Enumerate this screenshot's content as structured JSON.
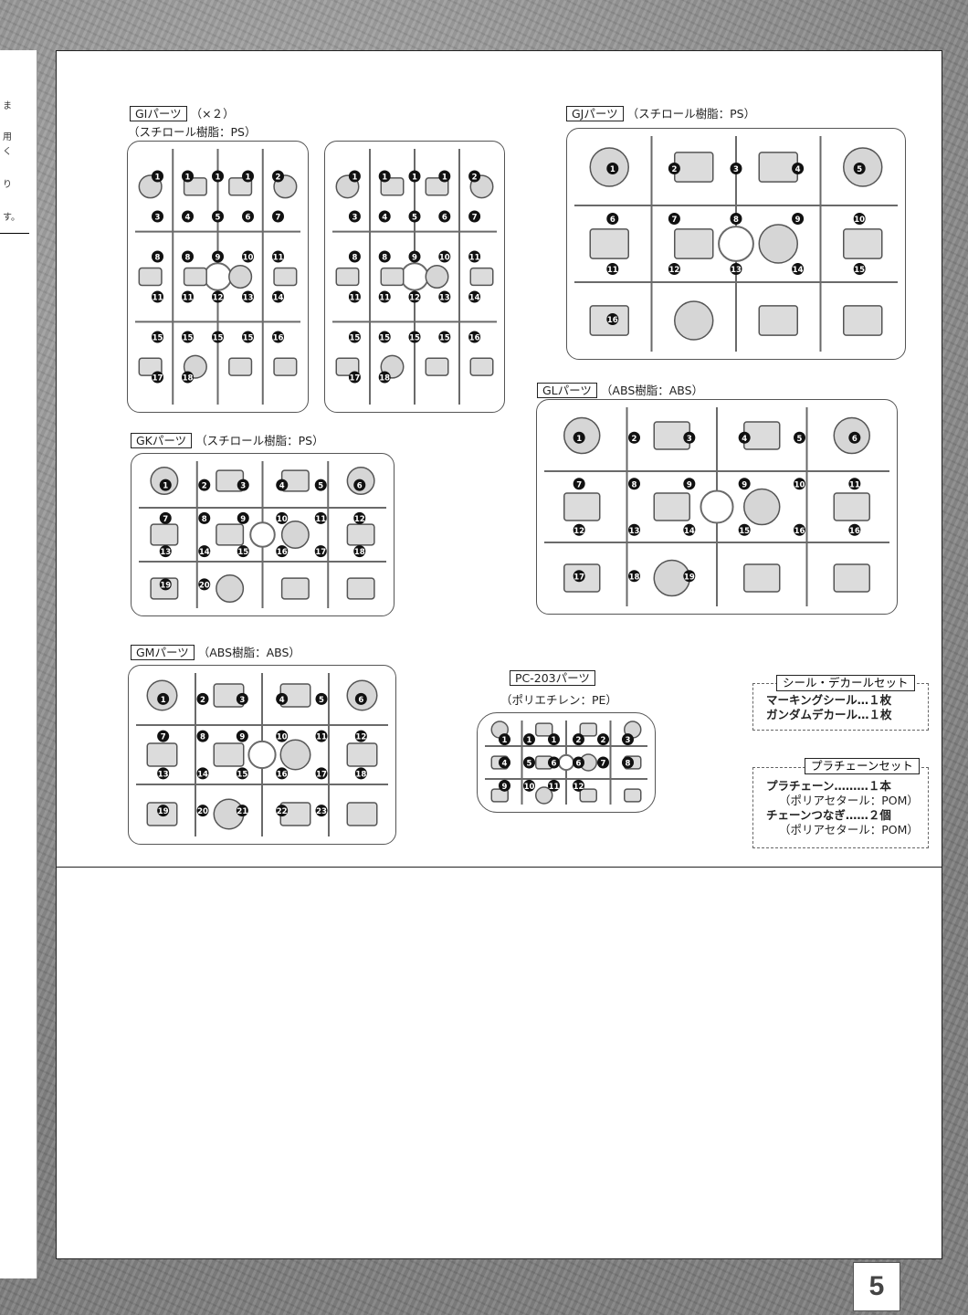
{
  "left_page": {
    "fragments": [
      "ま",
      "用",
      "く",
      "り",
      "す。"
    ]
  },
  "page_number": "5",
  "sprues": {
    "gi": {
      "name": "GIパーツ",
      "count": "（×２）",
      "material": "（スチロール樹脂：PS）",
      "numbers": [
        "1",
        "1",
        "1",
        "1",
        "2",
        "3",
        "4",
        "5",
        "6",
        "7",
        "8",
        "8",
        "9",
        "10",
        "11",
        "11",
        "11",
        "12",
        "13",
        "14",
        "15",
        "15",
        "15",
        "15",
        "16",
        "17",
        "18"
      ]
    },
    "gj": {
      "name": "GJパーツ",
      "material": "（スチロール樹脂：PS）",
      "numbers": [
        "1",
        "2",
        "3",
        "4",
        "5",
        "6",
        "7",
        "8",
        "9",
        "10",
        "11",
        "12",
        "13",
        "14",
        "15",
        "16"
      ]
    },
    "gk": {
      "name": "GKパーツ",
      "material": "（スチロール樹脂：PS）",
      "numbers": [
        "1",
        "2",
        "3",
        "4",
        "5",
        "6",
        "7",
        "8",
        "9",
        "10",
        "11",
        "12",
        "13",
        "14",
        "15",
        "16",
        "17",
        "18",
        "19",
        "20"
      ]
    },
    "gl": {
      "name": "GLパーツ",
      "material": "（ABS樹脂：ABS）",
      "numbers": [
        "1",
        "2",
        "3",
        "4",
        "5",
        "6",
        "7",
        "8",
        "9",
        "9",
        "10",
        "11",
        "12",
        "13",
        "14",
        "15",
        "16",
        "16",
        "17",
        "18",
        "19"
      ]
    },
    "gm": {
      "name": "GMパーツ",
      "material": "（ABS樹脂：ABS）",
      "numbers": [
        "1",
        "2",
        "3",
        "4",
        "5",
        "6",
        "7",
        "8",
        "9",
        "10",
        "11",
        "12",
        "13",
        "14",
        "15",
        "16",
        "17",
        "18",
        "19",
        "20",
        "21",
        "22",
        "23"
      ]
    },
    "pc": {
      "name": "PC-203パーツ",
      "material": "（ポリエチレン：PE）",
      "numbers": [
        "1",
        "1",
        "1",
        "2",
        "2",
        "3",
        "4",
        "5",
        "6",
        "6",
        "7",
        "8",
        "9",
        "10",
        "11",
        "12"
      ]
    }
  },
  "seal_set": {
    "title": "シール・デカールセット",
    "lines": [
      "マーキングシール…１枚",
      "ガンダムデカール…１枚"
    ]
  },
  "chain_set": {
    "title": "プラチェーンセット",
    "lines": [
      "プラチェーン………１本",
      "（ポリアセタール：POM）",
      "チェーンつなぎ……２個",
      "（ポリアセタール：POM）"
    ]
  }
}
